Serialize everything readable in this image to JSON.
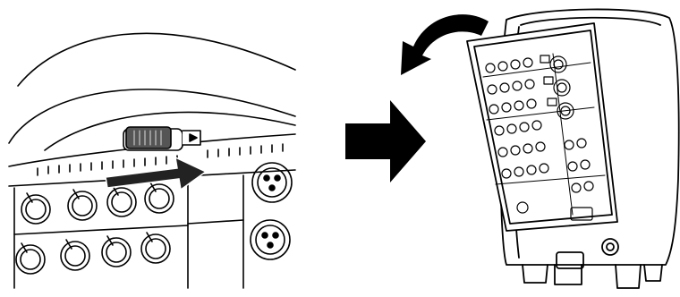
{
  "figure": {
    "panels": [
      {
        "id": "left",
        "depicts": "closeup-mixer-latch"
      },
      {
        "id": "right",
        "depicts": "speaker-with-mixer-panel-tilted-open"
      }
    ],
    "arrows": [
      {
        "kind": "slide-latch-right"
      },
      {
        "kind": "step-next"
      },
      {
        "kind": "rotate-panel-open"
      }
    ],
    "colors": {
      "ink": "#000000",
      "paper": "#ffffff"
    }
  }
}
